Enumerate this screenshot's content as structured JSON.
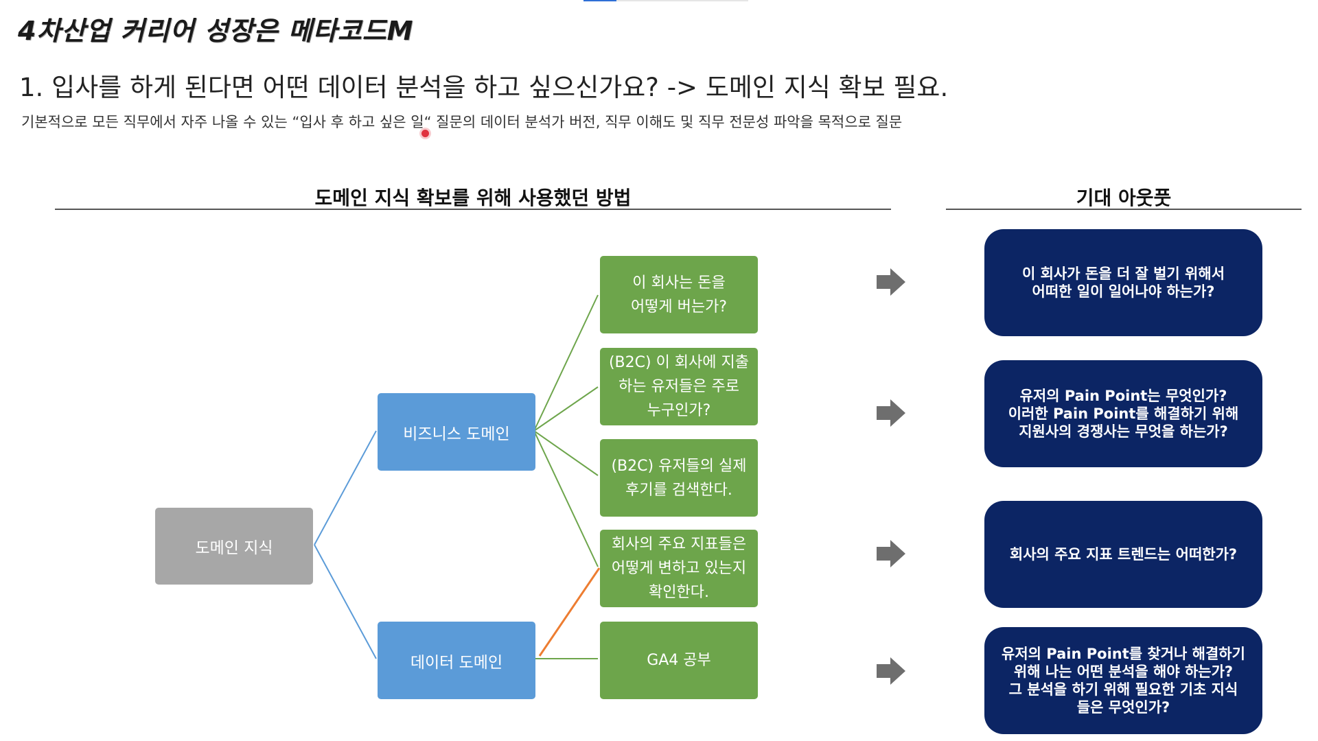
{
  "header": {
    "brand": "4차산업 커리어 성장은 메타코드M",
    "question": "1. 입사를 하게 된다면 어떤 데이터 분석을 하고 싶으신가요? -> 도메인 지식 확보 필요.",
    "description": "기본적으로 모든 직무에서 자주 나올 수 있는 “입사 후 하고 싶은 일“ 질문의 데이터 분석가 버전, 직무 이해도 및 직무 전문성 파악을 목적으로 질문"
  },
  "left_section": {
    "title": "도메인 지식 확보를 위해 사용했던 방법"
  },
  "right_section": {
    "title": "기대 아웃풋"
  },
  "diagram": {
    "root": "도메인 지식",
    "branches": [
      {
        "label": "비즈니스 도메인"
      },
      {
        "label": "데이터 도메인"
      }
    ],
    "leaves": [
      {
        "label": "이 회사는 돈을\n어떻게 버는가?"
      },
      {
        "label": "(B2C) 이 회사에 지출\n하는 유저들은 주로\n누구인가?"
      },
      {
        "label": "(B2C) 유저들의 실제\n후기를 검색한다."
      },
      {
        "label": "회사의 주요 지표들은\n어떻게 변하고 있는지\n확인한다."
      },
      {
        "label": "GA4 공부"
      }
    ]
  },
  "outputs": [
    {
      "text": "이 회사가 돈을 더 잘 벌기 위해서\n어떠한 일이 일어나야 하는가?"
    },
    {
      "text": "유저의 Pain Point는 무엇인가?\n이러한 Pain Point를 해결하기 위해\n지원사의 경쟁사는 무엇을 하는가?"
    },
    {
      "text": "회사의 주요 지표 트렌드는 어떠한가?"
    },
    {
      "text": "유저의 Pain Point를 찾거나 해결하기\n위해 나는 어떤 분석을 해야 하는가?\n그 분석을 하기 위해 필요한 기초 지식\n들은 무엇인가?"
    }
  ],
  "colors": {
    "root": "#a7a7a7",
    "branch": "#5b9bd8",
    "leaf": "#6da54b",
    "output": "#0c2564",
    "arrow": "#6e6e6e",
    "connector_blue": "#5b9bd8",
    "connector_green": "#6da54b",
    "connector_orange": "#ed7d31"
  }
}
